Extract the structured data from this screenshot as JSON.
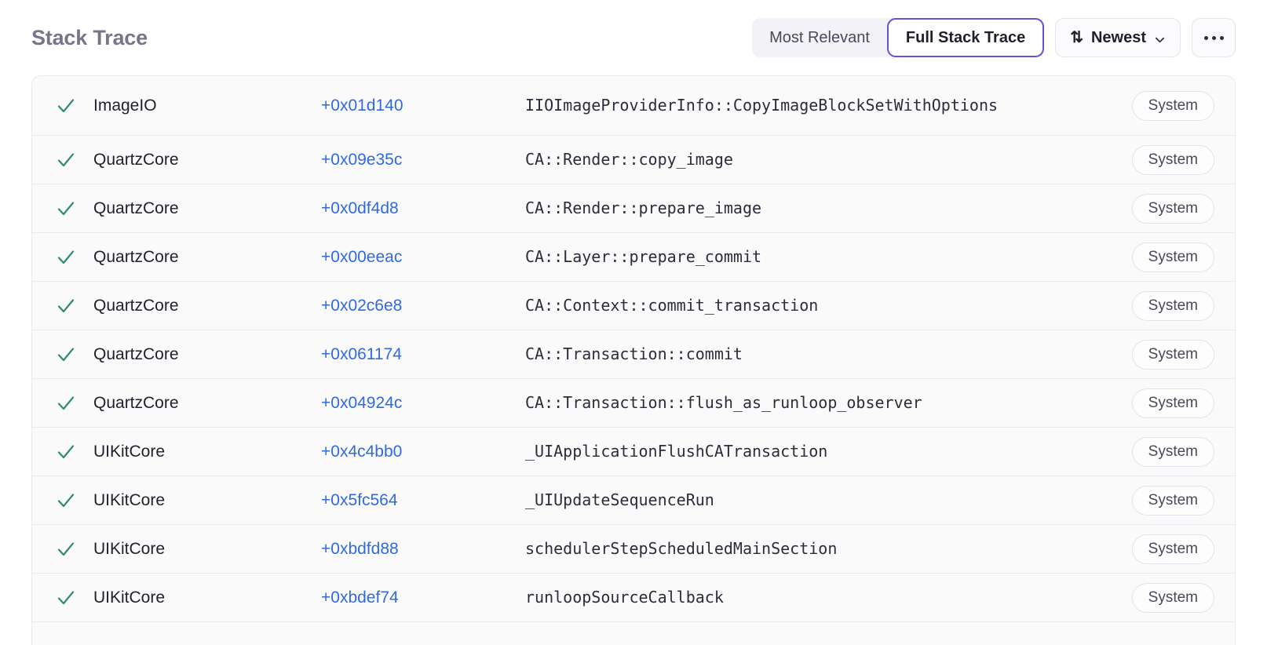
{
  "header": {
    "title": "Stack Trace",
    "segmented": {
      "options": [
        {
          "label": "Most Relevant",
          "active": false
        },
        {
          "label": "Full Stack Trace",
          "active": true
        }
      ]
    },
    "sort_button": {
      "label": "Newest",
      "icon": "sort-arrows-icon",
      "chevron": "chevron-down-icon"
    },
    "overflow_button": {
      "icon": "ellipsis-icon"
    }
  },
  "stack_frames": [
    {
      "status_icon": "check-icon",
      "module": "ImageIO",
      "offset": "+0x01d140",
      "symbol": "IIOImageProviderInfo::CopyImageBlockSetWithOptions",
      "badge": "System"
    },
    {
      "status_icon": "check-icon",
      "module": "QuartzCore",
      "offset": "+0x09e35c",
      "symbol": "CA::Render::copy_image",
      "badge": "System"
    },
    {
      "status_icon": "check-icon",
      "module": "QuartzCore",
      "offset": "+0x0df4d8",
      "symbol": "CA::Render::prepare_image",
      "badge": "System"
    },
    {
      "status_icon": "check-icon",
      "module": "QuartzCore",
      "offset": "+0x00eeac",
      "symbol": "CA::Layer::prepare_commit",
      "badge": "System"
    },
    {
      "status_icon": "check-icon",
      "module": "QuartzCore",
      "offset": "+0x02c6e8",
      "symbol": "CA::Context::commit_transaction",
      "badge": "System"
    },
    {
      "status_icon": "check-icon",
      "module": "QuartzCore",
      "offset": "+0x061174",
      "symbol": "CA::Transaction::commit",
      "badge": "System"
    },
    {
      "status_icon": "check-icon",
      "module": "QuartzCore",
      "offset": "+0x04924c",
      "symbol": "CA::Transaction::flush_as_runloop_observer",
      "badge": "System"
    },
    {
      "status_icon": "check-icon",
      "module": "UIKitCore",
      "offset": "+0x4c4bb0",
      "symbol": "_UIApplicationFlushCATransaction",
      "badge": "System"
    },
    {
      "status_icon": "check-icon",
      "module": "UIKitCore",
      "offset": "+0x5fc564",
      "symbol": "_UIUpdateSequenceRun",
      "badge": "System"
    },
    {
      "status_icon": "check-icon",
      "module": "UIKitCore",
      "offset": "+0xbdfd88",
      "symbol": "schedulerStepScheduledMainSection",
      "badge": "System"
    },
    {
      "status_icon": "check-icon",
      "module": "UIKitCore",
      "offset": "+0xbdef74",
      "symbol": "runloopSourceCallback",
      "badge": "System"
    }
  ],
  "colors": {
    "accent": "#6152d9",
    "link": "#2f6ae0",
    "check": "#2e8b6e",
    "title": "#7a7489",
    "row_bg": "#fafafb"
  }
}
